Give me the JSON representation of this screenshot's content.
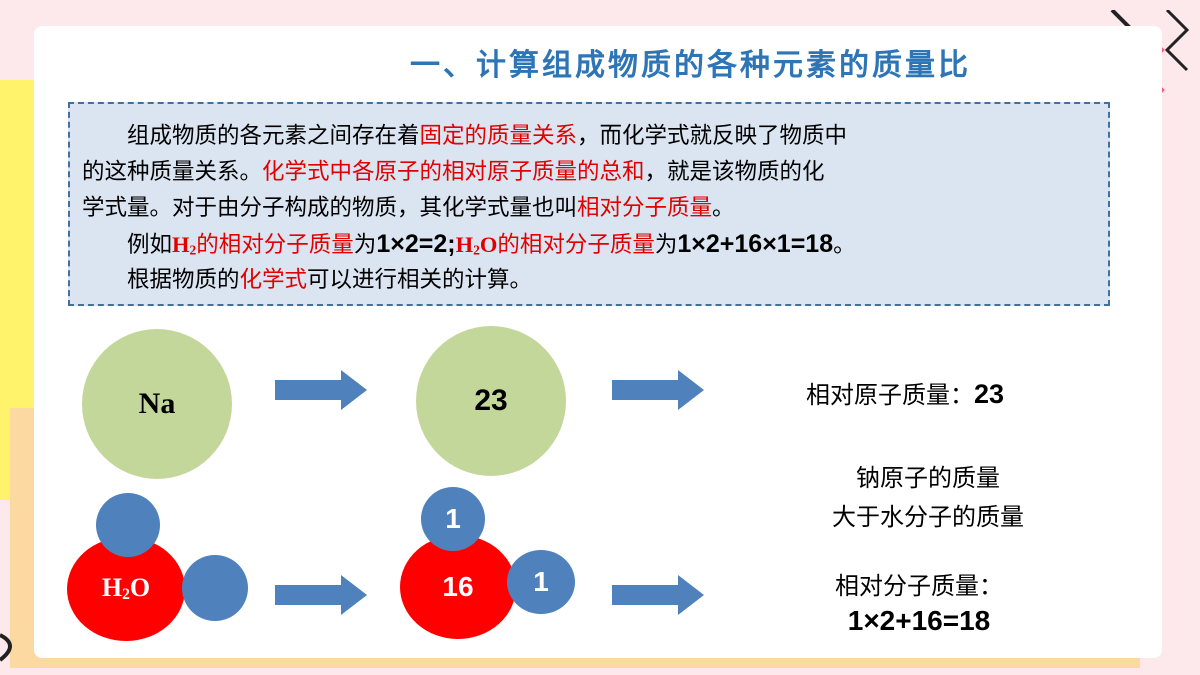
{
  "title": "一、计算组成物质的各种元素的质量比",
  "textbox": {
    "line1": {
      "a": "组成物质的各元素之间存在着",
      "b_red": "固定的质量关系",
      "c": "，而化学式就反映了物质中"
    },
    "line2": {
      "a": "的这种质量关系。",
      "b_red": "化学式中各原子的相对原子质量的总和",
      "c": "，就是该物质的化"
    },
    "line3": {
      "a": "学式量。对于由分子构成的物质，其化学式量也叫",
      "b_red": "相对分子质量",
      "c": "。"
    },
    "line4": {
      "a": "例如",
      "h2_H": "H",
      "h2_sub": "2",
      "b_red": "的相对分子质量",
      "c": "为",
      "calc1": "1×2=2",
      "sep": ";",
      "h2o_H": "H",
      "h2o_sub": "2",
      "h2o_O": "O",
      "d_red": "的相对分子质量",
      "e": "为",
      "calc2": "1×2+16×1=18",
      "end": "。"
    },
    "line5": {
      "a": "根据物质的",
      "b_red": "化学式",
      "c": "可以进行相关的计算。"
    }
  },
  "diagram": {
    "na_label": "Na",
    "na_mass": "23",
    "note1_label": "相对原子质量：",
    "note1_value": "23",
    "h2o_H": "H",
    "h2o_sub": "2",
    "h2o_O": "O",
    "o_mass": "16",
    "h_mass_top": "1",
    "h_mass_right": "1",
    "note2_line1": "钠原子的质量",
    "note2_line2": "大于水分子的质量",
    "note3_line1": "相对分子质量：",
    "note3_line2": "1×2+16=18"
  },
  "colors": {
    "title": "#2e75b6",
    "emphasis": "#e00000",
    "atom_green": "#c4d79b",
    "atom_red": "#ff0000",
    "atom_blue": "#4f81bd",
    "arrow": "#4f81bd"
  }
}
